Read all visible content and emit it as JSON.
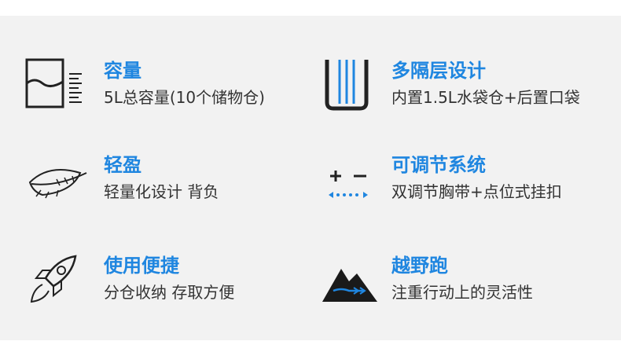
{
  "accent_color": "#1f86e0",
  "features": [
    {
      "icon": "capacity-icon",
      "title": "容量",
      "desc": "5L总容量(10个储物仓)"
    },
    {
      "icon": "compartments-icon",
      "title": "多隔层设计",
      "desc": "内置1.5L水袋仓+后置口袋"
    },
    {
      "icon": "feather-icon",
      "title": "轻盈",
      "desc": "轻量化设计 背负"
    },
    {
      "icon": "adjust-icon",
      "title": "可调节系统",
      "desc": "双调节胸带+点位式挂扣"
    },
    {
      "icon": "rocket-icon",
      "title": "使用便捷",
      "desc": "分仓收纳 存取方便"
    },
    {
      "icon": "mountain-icon",
      "title": "越野跑",
      "desc": "注重行动上的灵活性"
    }
  ]
}
